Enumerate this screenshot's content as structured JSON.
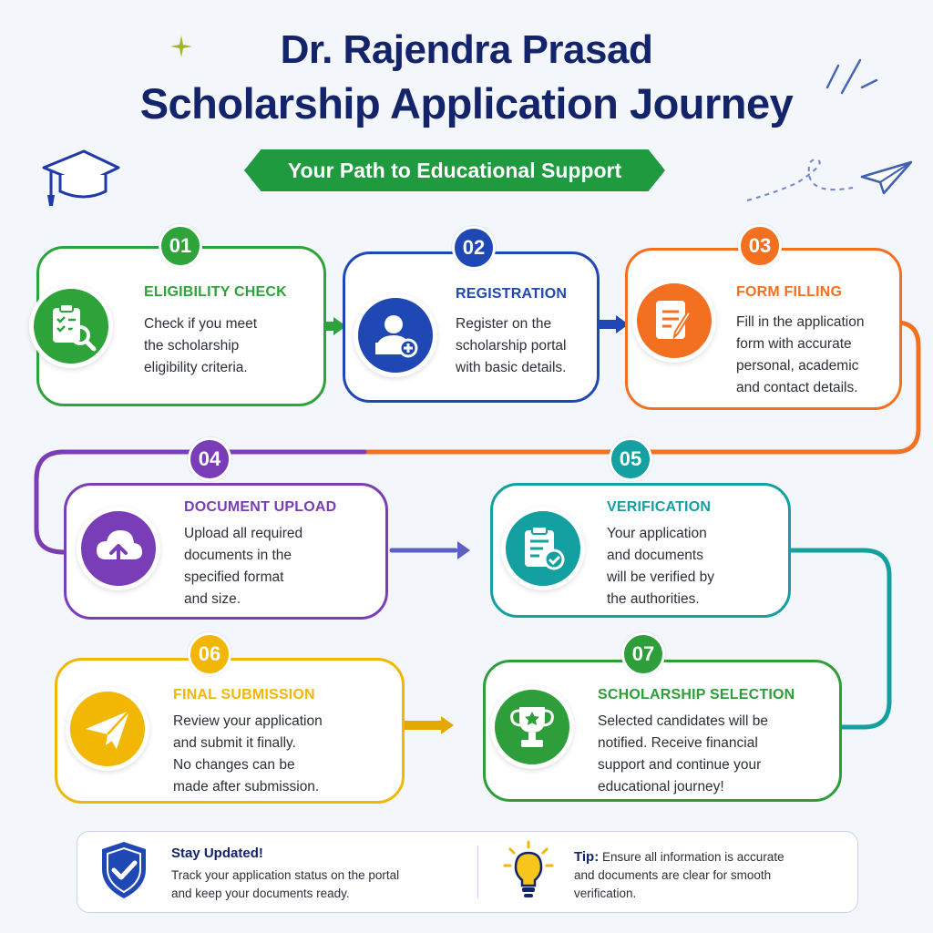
{
  "header": {
    "title_line1": "Dr. Rajendra Prasad",
    "title_line2": "Scholarship Application Journey",
    "subtitle": "Your Path to Educational Support"
  },
  "colors": {
    "green": "#2ea33a",
    "blue": "#1f48b5",
    "orange": "#f37021",
    "purple": "#7a3db8",
    "teal": "#14a0a0",
    "yellow": "#f2b705",
    "green2": "#2e9e3a",
    "navy": "#13246b"
  },
  "steps": [
    {
      "number": "01",
      "title": "ELIGIBILITY CHECK",
      "lines": [
        "Check if you meet",
        "the scholarship",
        "eligibility criteria."
      ],
      "icon": "clipboard-search-icon"
    },
    {
      "number": "02",
      "title": "REGISTRATION",
      "lines": [
        "Register on the",
        "scholarship portal",
        "with basic details."
      ],
      "icon": "user-add-icon"
    },
    {
      "number": "03",
      "title": "FORM FILLING",
      "lines": [
        "Fill in the application",
        "form with accurate",
        "personal, academic",
        "and contact details."
      ],
      "icon": "form-edit-icon"
    },
    {
      "number": "04",
      "title": "DOCUMENT UPLOAD",
      "lines": [
        "Upload all required",
        "documents in the",
        "specified format",
        "and size."
      ],
      "icon": "cloud-upload-icon"
    },
    {
      "number": "05",
      "title": "VERIFICATION",
      "lines": [
        "Your application",
        "and documents",
        "will be verified by",
        "the authorities."
      ],
      "icon": "clipboard-check-icon"
    },
    {
      "number": "06",
      "title": "FINAL SUBMISSION",
      "lines": [
        "Review your application",
        "and submit it finally.",
        "No changes can be",
        "made after submission."
      ],
      "icon": "paper-plane-icon"
    },
    {
      "number": "07",
      "title": "SCHOLARSHIP SELECTION",
      "lines": [
        "Selected candidates will be",
        "notified. Receive financial",
        "support and continue your",
        "educational journey!"
      ],
      "icon": "trophy-icon"
    }
  ],
  "footer": {
    "stay_title": "Stay Updated!",
    "stay_lines": [
      "Track your application status on the portal",
      "and keep your documents ready."
    ],
    "tip_label": "Tip:",
    "tip_first": "Ensure all information is accurate",
    "tip_lines": [
      "and documents are clear for smooth",
      "verification."
    ]
  }
}
